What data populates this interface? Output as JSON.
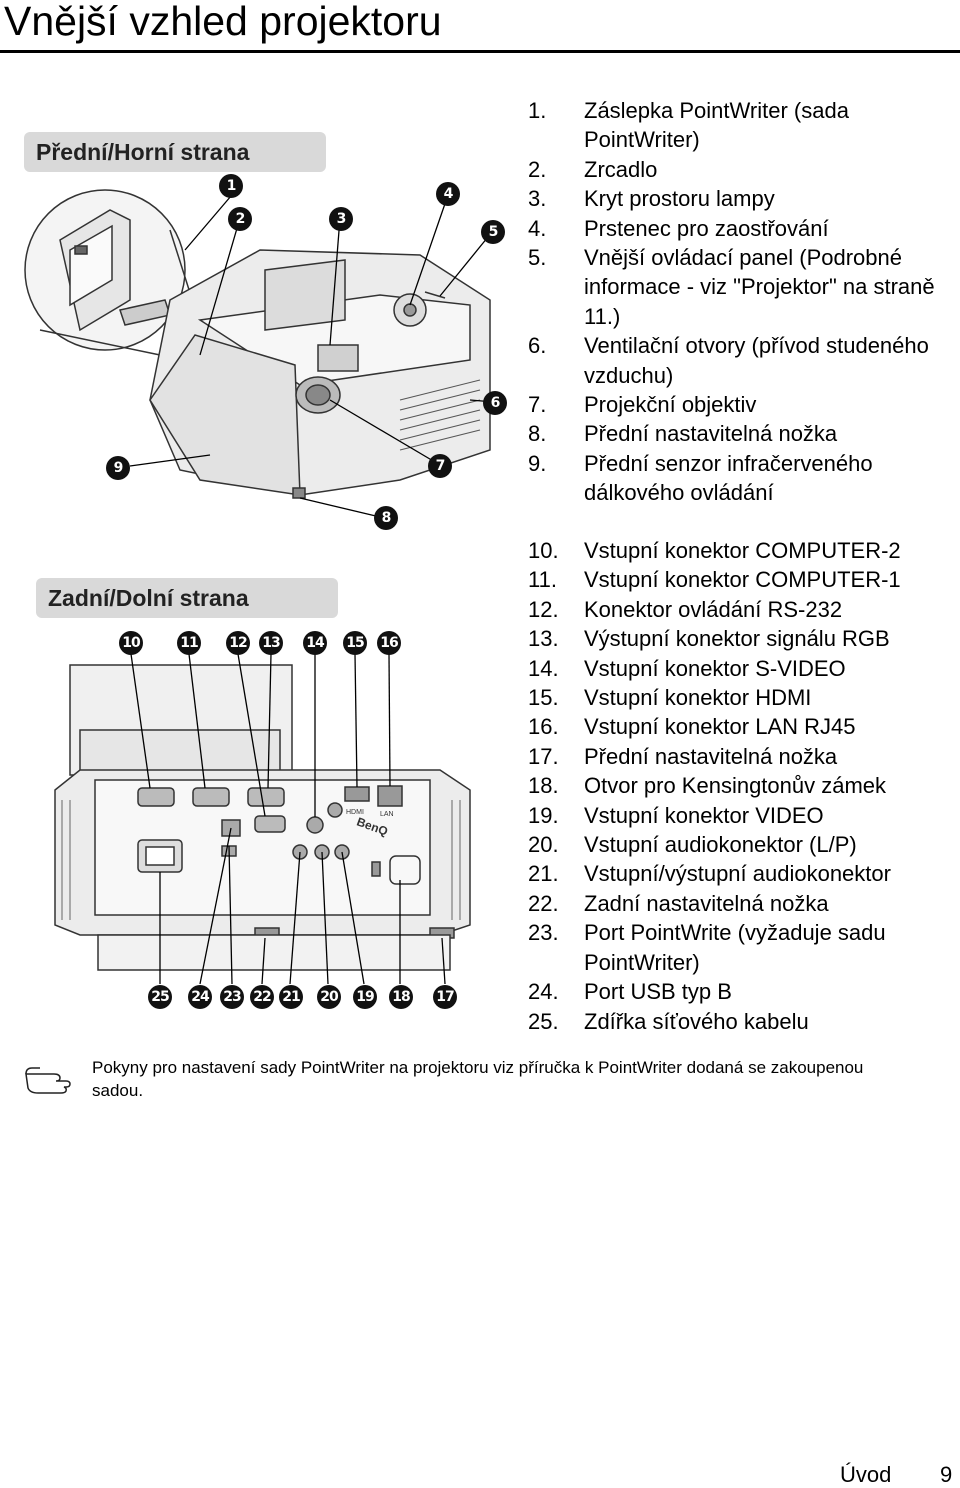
{
  "page": {
    "title": "Vnější vzhled projektoru",
    "front_label": "Přední/Horní strana",
    "rear_label": "Zadní/Dolní strana"
  },
  "callouts_front": [
    "1",
    "2",
    "3",
    "4",
    "5",
    "6",
    "7",
    "8",
    "9"
  ],
  "callouts_rear": [
    "10",
    "11",
    "12",
    "13",
    "14",
    "15",
    "16",
    "17",
    "18",
    "19",
    "20",
    "21",
    "22",
    "23",
    "24",
    "25"
  ],
  "items_front": [
    {
      "num": "1.",
      "text": "Záslepka PointWriter (sada PointWriter)"
    },
    {
      "num": "2.",
      "text": "Zrcadlo"
    },
    {
      "num": "3.",
      "text": "Kryt prostoru lampy"
    },
    {
      "num": "4.",
      "text": "Prstenec pro zaostřování"
    },
    {
      "num": "5.",
      "text": "Vnější ovládací panel (Podrobné informace - viz \"Projektor\" na straně 11.)"
    },
    {
      "num": "6.",
      "text": "Ventilační otvory (přívod studeného vzduchu)"
    },
    {
      "num": "7.",
      "text": "Projekční objektiv"
    },
    {
      "num": "8.",
      "text": "Přední nastavitelná nožka"
    },
    {
      "num": "9.",
      "text": "Přední senzor infračerveného dálkového ovládání"
    }
  ],
  "items_rear": [
    {
      "num": "10.",
      "text": "Vstupní konektor COMPUTER-2"
    },
    {
      "num": "11.",
      "text": "Vstupní konektor COMPUTER-1"
    },
    {
      "num": "12.",
      "text": "Konektor ovládání RS-232"
    },
    {
      "num": "13.",
      "text": "Výstupní konektor signálu RGB"
    },
    {
      "num": "14.",
      "text": "Vstupní konektor S-VIDEO"
    },
    {
      "num": "15.",
      "text": "Vstupní konektor HDMI"
    },
    {
      "num": "16.",
      "text": "Vstupní konektor LAN RJ45"
    },
    {
      "num": "17.",
      "text": "Přední nastavitelná nožka"
    },
    {
      "num": "18.",
      "text": "Otvor pro Kensingtonův zámek"
    },
    {
      "num": "19.",
      "text": "Vstupní konektor VIDEO"
    },
    {
      "num": "20.",
      "text": "Vstupní audiokonektor (L/P)"
    },
    {
      "num": "21.",
      "text": "Vstupní/výstupní audiokonektor"
    },
    {
      "num": "22.",
      "text": "Zadní nastavitelná nožka"
    },
    {
      "num": "23.",
      "text": "Port PointWrite (vyžaduje sadu PointWriter)"
    },
    {
      "num": "24.",
      "text": "Port USB typ B"
    },
    {
      "num": "25.",
      "text": "Zdířka síťového kabelu"
    }
  ],
  "panel_labels": [
    "HDMI",
    "LAN",
    "BenQ"
  ],
  "note": "Pokyny pro nastavení sady PointWriter na projektoru viz příručka k PointWriter dodaná se zakoupenou sadou.",
  "footer": {
    "section": "Úvod",
    "page": "9"
  }
}
